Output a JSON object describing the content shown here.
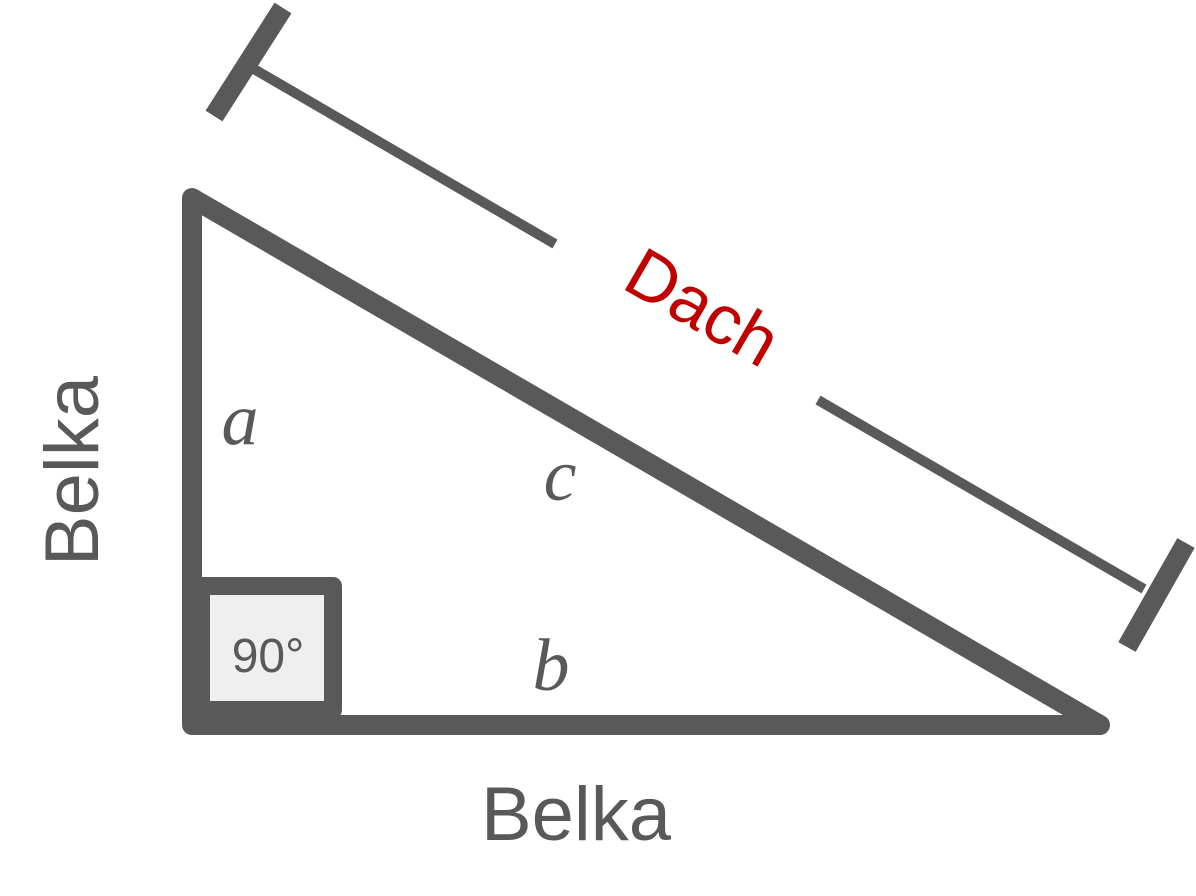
{
  "labels": {
    "hypotenuse_measure": "Dach",
    "vertical_measure": "Belka",
    "horizontal_measure": "Belka",
    "side_a": "a",
    "side_b": "b",
    "side_c": "c",
    "right_angle": "90°"
  },
  "colors": {
    "line": "#595959",
    "accent": "#c00000",
    "right_angle_fill": "#efefef"
  }
}
